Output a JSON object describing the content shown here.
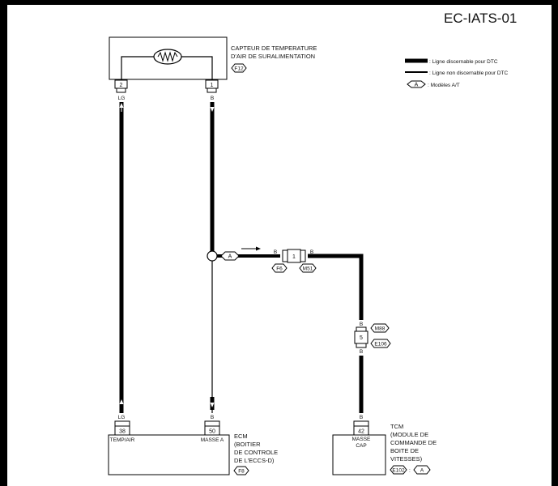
{
  "page": {
    "code": "EC-IATS-01"
  },
  "legend": {
    "detectable_label": ": Ligne discernable pour DTC",
    "non_detectable_label": ": Ligne non discernable pour DTC",
    "at_badge": "A",
    "at_label": ": Modèles A/T"
  },
  "sensor": {
    "title_line1": "CAPTEUR DE TEMPERATURE",
    "title_line2": "D'AIR DE SURALIMENTATION",
    "connector": "F12",
    "pin_left": "2",
    "pin_right": "1"
  },
  "wires": {
    "left_color_top": "LG",
    "left_color_bottom": "LG",
    "right_color_top": "B",
    "right_color_bottom": "B",
    "branch_badge": "A",
    "branch_color_left": "B",
    "branch_color_right": "B",
    "branch_pin": "1",
    "branch_conn_left": "F6",
    "branch_conn_right": "M51",
    "vertical_color_top": "B",
    "vertical_color_bottom": "B",
    "vertical_pin": "5",
    "vertical_conn_top": "M88",
    "vertical_conn_bottom": "E106",
    "tcm_wire_color": "B"
  },
  "ecm": {
    "pin_left": "38",
    "pin_right": "50",
    "term_left": "TEMP/AIR",
    "term_right": "MASSE A",
    "title": "ECM",
    "sub1": "(BOITIER",
    "sub2": "DE CONTROLE",
    "sub3": "DE L'ECCS-D)",
    "connector": "F8"
  },
  "tcm": {
    "pin": "42",
    "term1": "MASSE",
    "term2": "CAP",
    "title": "TCM",
    "sub1": "(MODULE DE",
    "sub2": "COMMANDE DE",
    "sub3": "BOITE DE",
    "sub4": "VITESSES)",
    "connector": "E102",
    "badge": "A"
  }
}
